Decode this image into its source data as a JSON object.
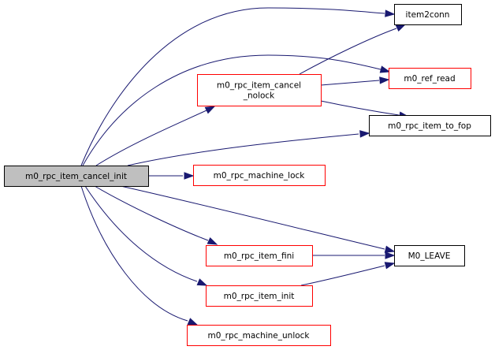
{
  "title": "m0_rpc_item_cancel_init call graph",
  "colors": {
    "root_fill": "#bfbfbf",
    "root_border": "#000000",
    "documented_border": "#000000",
    "undocumented_border": "#ff0000",
    "edge": "#191970",
    "background": "#ffffff"
  },
  "nodes": [
    {
      "id": "root",
      "label": [
        "m0_rpc_item_cancel_init"
      ],
      "kind": "root"
    },
    {
      "id": "item2conn",
      "label": [
        "item2conn"
      ],
      "kind": "documented"
    },
    {
      "id": "cancel_nolock",
      "label": [
        "m0_rpc_item_cancel",
        "_nolock"
      ],
      "kind": "undocumented"
    },
    {
      "id": "ref_read",
      "label": [
        "m0_ref_read"
      ],
      "kind": "undocumented"
    },
    {
      "id": "to_fop",
      "label": [
        "m0_rpc_item_to_fop"
      ],
      "kind": "documented"
    },
    {
      "id": "machine_lock",
      "label": [
        "m0_rpc_machine_lock"
      ],
      "kind": "undocumented"
    },
    {
      "id": "leave",
      "label": [
        "M0_LEAVE"
      ],
      "kind": "documented"
    },
    {
      "id": "item_fini",
      "label": [
        "m0_rpc_item_fini"
      ],
      "kind": "undocumented"
    },
    {
      "id": "item_init",
      "label": [
        "m0_rpc_item_init"
      ],
      "kind": "undocumented"
    },
    {
      "id": "machine_unlock",
      "label": [
        "m0_rpc_machine_unlock"
      ],
      "kind": "undocumented"
    }
  ],
  "edges": [
    {
      "from": "root",
      "to": "item2conn"
    },
    {
      "from": "root",
      "to": "ref_read"
    },
    {
      "from": "root",
      "to": "cancel_nolock"
    },
    {
      "from": "root",
      "to": "to_fop"
    },
    {
      "from": "root",
      "to": "machine_lock"
    },
    {
      "from": "root",
      "to": "leave"
    },
    {
      "from": "root",
      "to": "item_fini"
    },
    {
      "from": "root",
      "to": "item_init"
    },
    {
      "from": "root",
      "to": "machine_unlock"
    },
    {
      "from": "cancel_nolock",
      "to": "item2conn"
    },
    {
      "from": "cancel_nolock",
      "to": "ref_read"
    },
    {
      "from": "cancel_nolock",
      "to": "to_fop"
    },
    {
      "from": "item_fini",
      "to": "leave"
    },
    {
      "from": "item_init",
      "to": "leave"
    }
  ]
}
